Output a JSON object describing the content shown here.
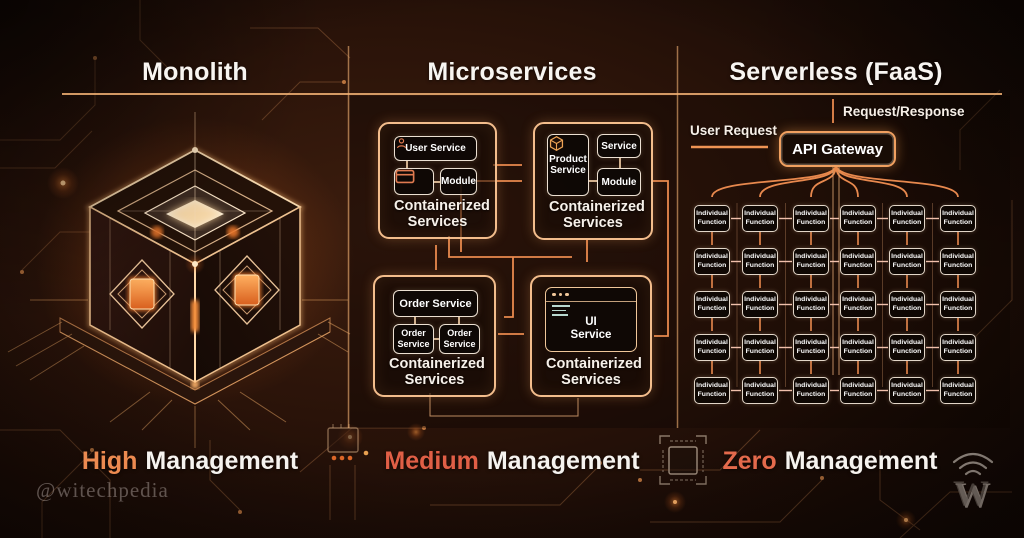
{
  "header": {
    "monolith": "Monolith",
    "microservices": "Microservices",
    "serverless": "Serverless (FaaS)"
  },
  "microservices": {
    "container_label": "Containerized Services",
    "user_box": {
      "service": "User Service",
      "module": "Module"
    },
    "product_box": {
      "service": "Product Service",
      "sub_service": "Service",
      "module": "Module"
    },
    "order_box": {
      "service": "Order Service",
      "sub1": "Order Service",
      "sub2": "Order Service"
    },
    "ui_box": {
      "service": "UI\nService"
    }
  },
  "serverless": {
    "user_request": "User Request",
    "request_response": "Request/Response",
    "api_gateway": "API Gateway",
    "function_label": "Individual Function",
    "grid": {
      "rows": 5,
      "cols": 6
    }
  },
  "footer": {
    "monolith": {
      "highlight": "High",
      "rest": "Management"
    },
    "microservices": {
      "highlight": "Medium",
      "rest": "Management"
    },
    "serverless": {
      "highlight": "Zero",
      "rest": "Management"
    }
  },
  "watermark": "@witechpedia",
  "logo": {
    "letter": "W"
  },
  "colors": {
    "accent_border": "#f0a060",
    "arrow": "#e8894e",
    "highlight_high": "#ec8a50",
    "highlight_medium": "#e05f46",
    "highlight_zero": "#e46a4c",
    "background": "#2a1309"
  }
}
